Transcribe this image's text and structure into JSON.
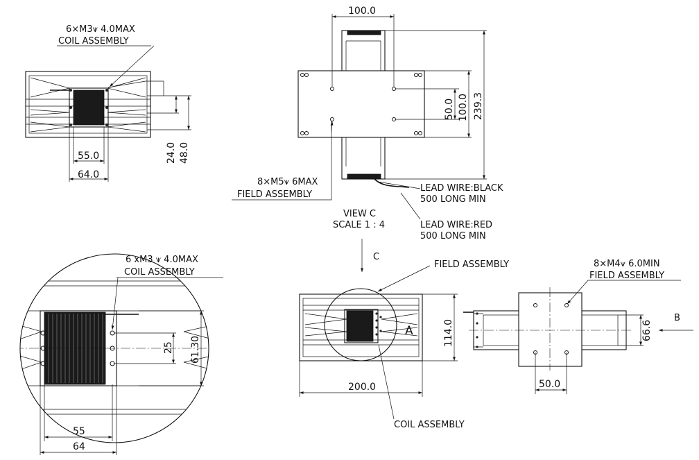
{
  "view_top_left": {
    "note_line1": "6×M3⩛ 4.0MAX",
    "note_line2": "COIL ASSEMBLY",
    "dim_55": "55.0",
    "dim_64": "64.0",
    "dim_24": "24.0",
    "dim_48": "48.0"
  },
  "view_top_center": {
    "dim_width": "100.0",
    "dim_50": "50.0",
    "dim_100": "100.0",
    "dim_height": "239.3",
    "field_note_line1": "8×M5⩛ 6MAX",
    "field_note_line2": "FIELD ASSEMBLY",
    "lead_black_line1": "LEAD WIRE:BLACK",
    "lead_black_line2": "500 LONG MIN",
    "lead_red_line1": "LEAD WIRE:RED",
    "lead_red_line2": "500 LONG MIN",
    "view_title_line1": "VIEW C",
    "view_title_line2": "SCALE 1 : 4",
    "view_arrow_label": "C"
  },
  "view_bottom_left": {
    "note_line1": "6 xM3 ⩛ 4.0MAX",
    "note_line2": "COIL ASSEMBLY",
    "dim_25": "25",
    "dim_6130": "61.30",
    "dim_55": "55",
    "dim_64": "64"
  },
  "view_bottom_center": {
    "field_label": "FIELD ASSEMBLY",
    "coil_label": "COIL ASSEMBLY",
    "detail_label": "A",
    "dim_200": "200.0",
    "dim_114": "114.0"
  },
  "view_bottom_right": {
    "note_line1": "8×M4⩛ 6.0MIN",
    "note_line2": "FIELD ASSEMBLY",
    "dim_666": "66.6",
    "dim_50": "50.0",
    "view_arrow_label": "B"
  }
}
